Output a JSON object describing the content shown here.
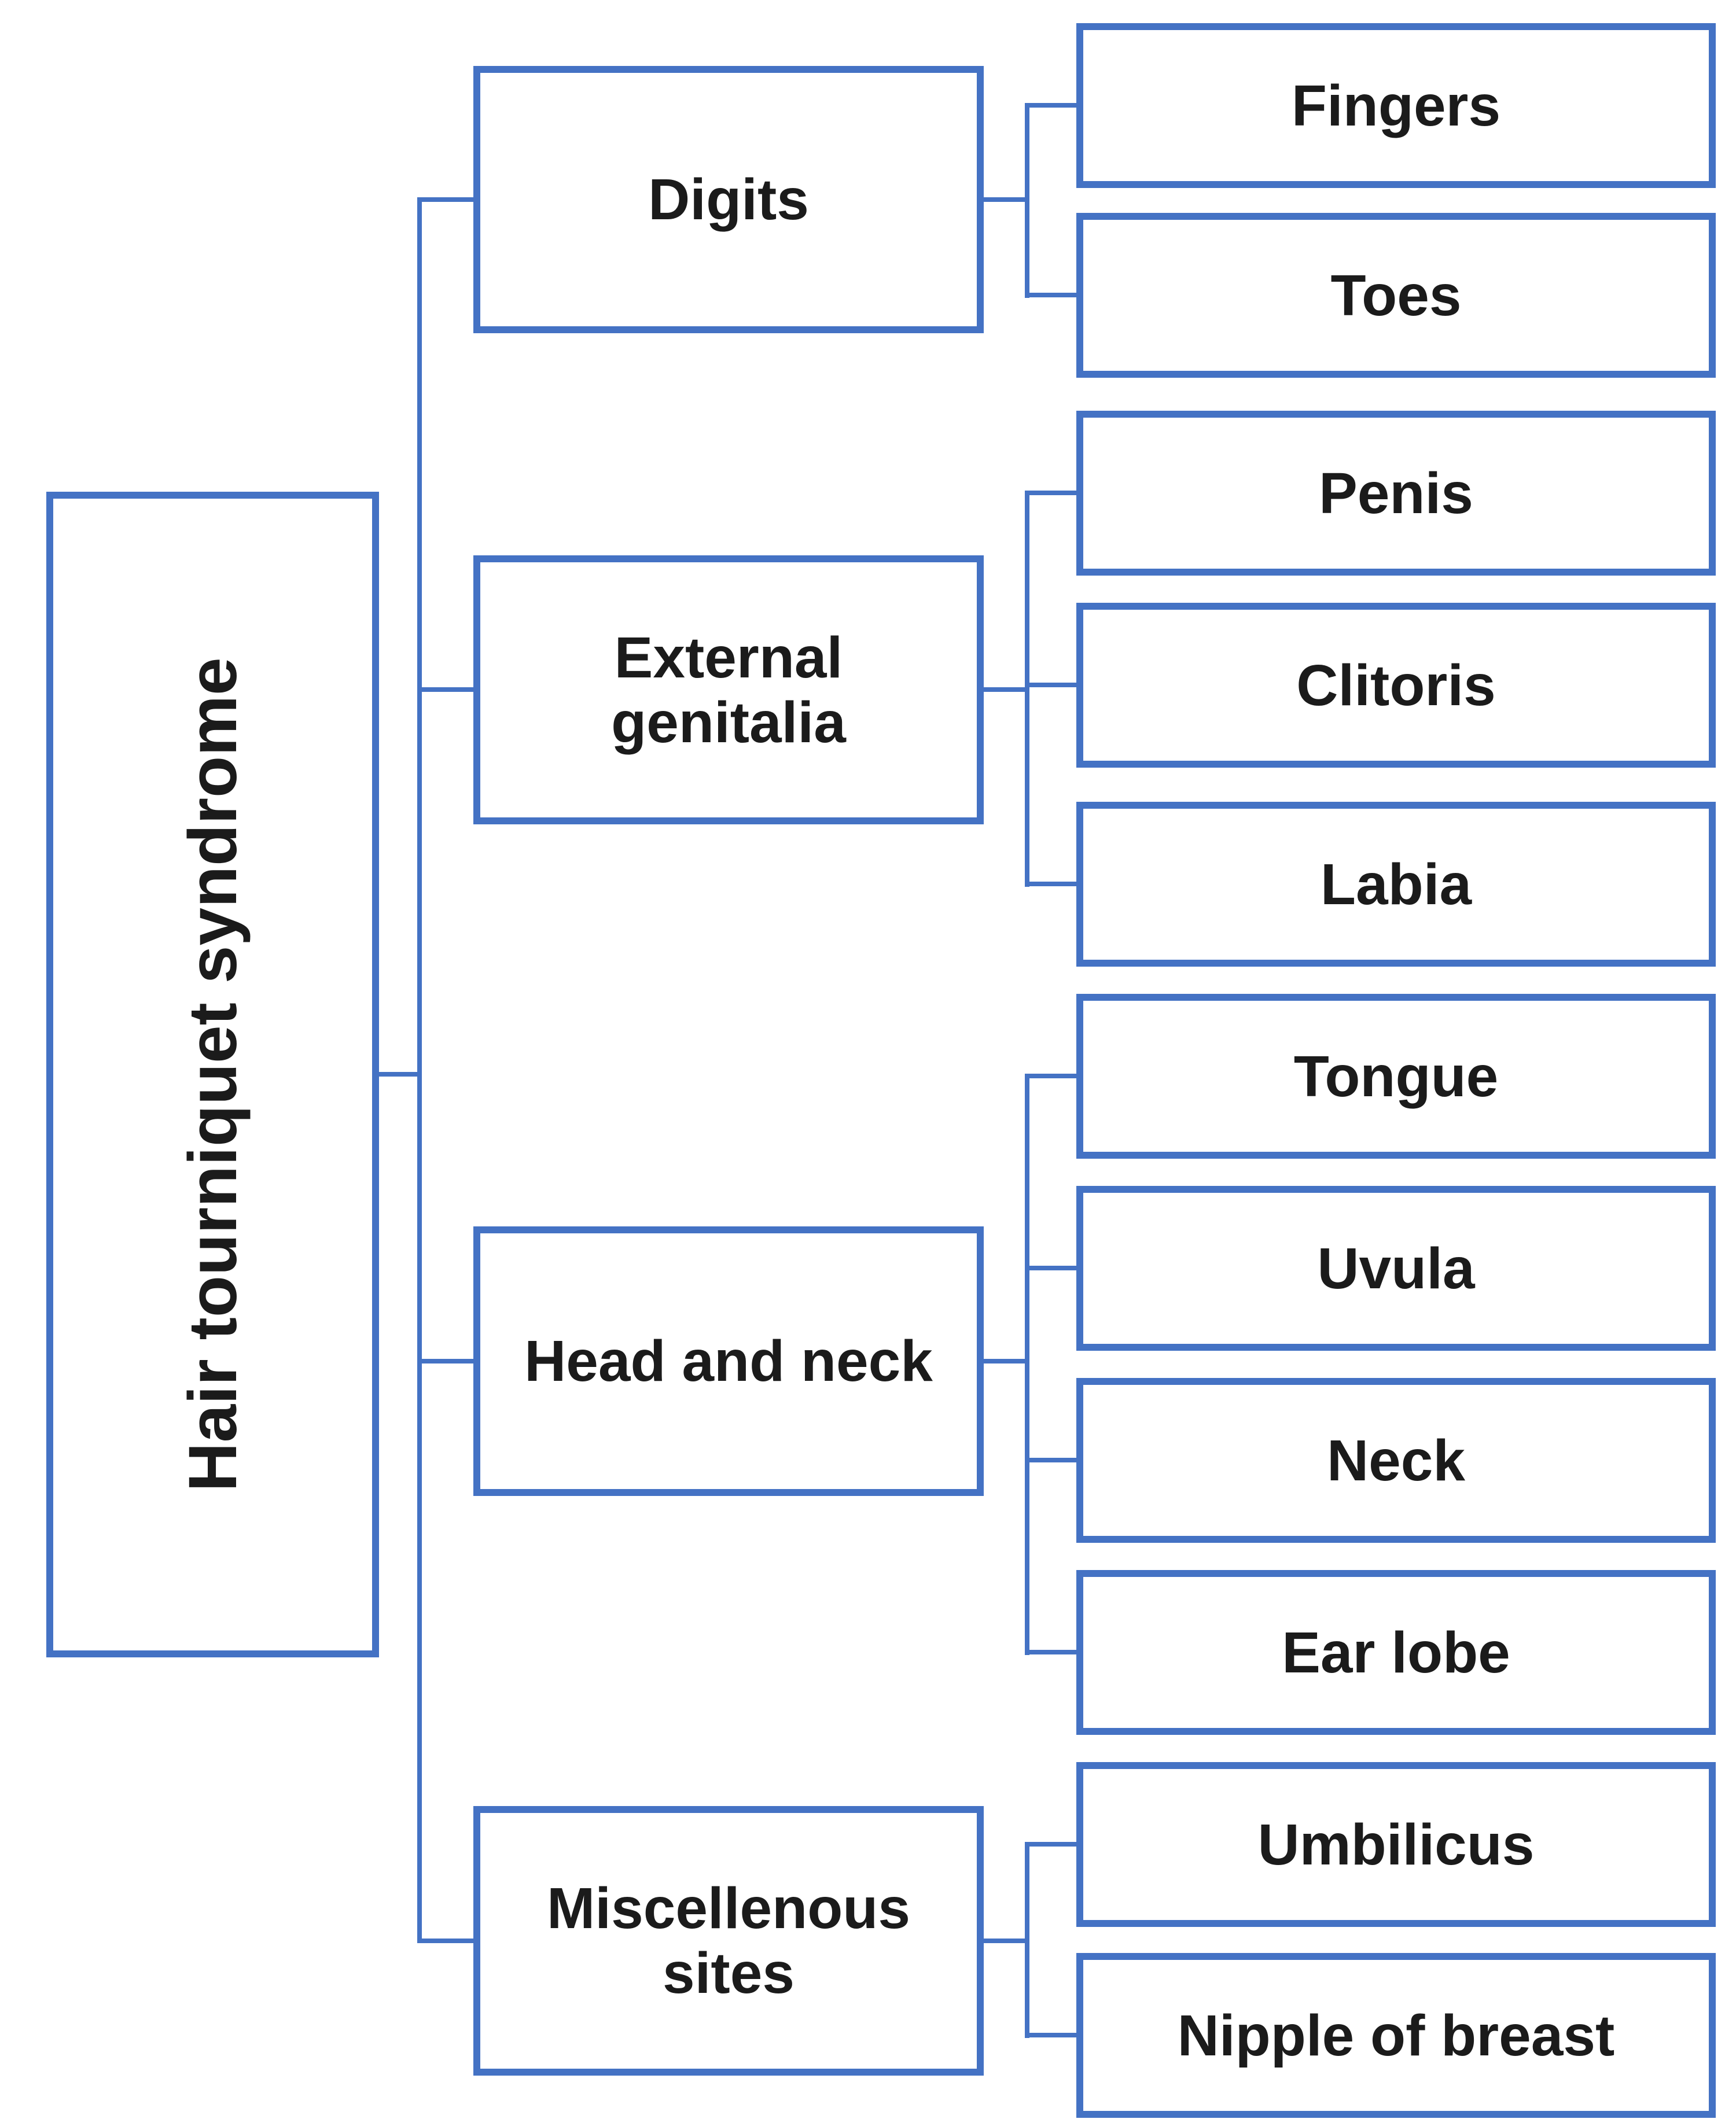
{
  "diagram": {
    "colors": {
      "border_blue": "#4472C4",
      "text": "#1b1b1b",
      "background": "#ffffff"
    },
    "root": {
      "label": "Hair tourniquet syndrome"
    },
    "categories": [
      {
        "label": "Digits",
        "children": [
          "Fingers",
          "Toes"
        ]
      },
      {
        "label": "External genitalia",
        "children": [
          "Penis",
          "Clitoris",
          "Labia"
        ]
      },
      {
        "label": "Head and neck",
        "children": [
          "Tongue",
          "Uvula",
          "Neck",
          "Ear lobe"
        ]
      },
      {
        "label": "Miscellenous sites",
        "children": [
          "Umbilicus",
          "Nipple of breast"
        ]
      }
    ]
  }
}
